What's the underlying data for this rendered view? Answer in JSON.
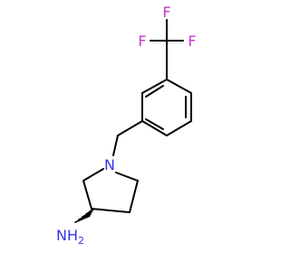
{
  "molecule": {
    "atoms": {
      "fluorine_top": {
        "text": "F",
        "color": "#cc33cc"
      },
      "fluorine_left": {
        "text": "F",
        "color": "#cc33cc"
      },
      "fluorine_right": {
        "text": "F",
        "color": "#cc33cc"
      },
      "ring_nitrogen": {
        "text": "N",
        "color": "#3333ee"
      },
      "amine": {
        "text": "NH",
        "subscript": "2",
        "color": "#3333ee"
      }
    },
    "bond_color": "#000000",
    "background": "#ffffff"
  }
}
